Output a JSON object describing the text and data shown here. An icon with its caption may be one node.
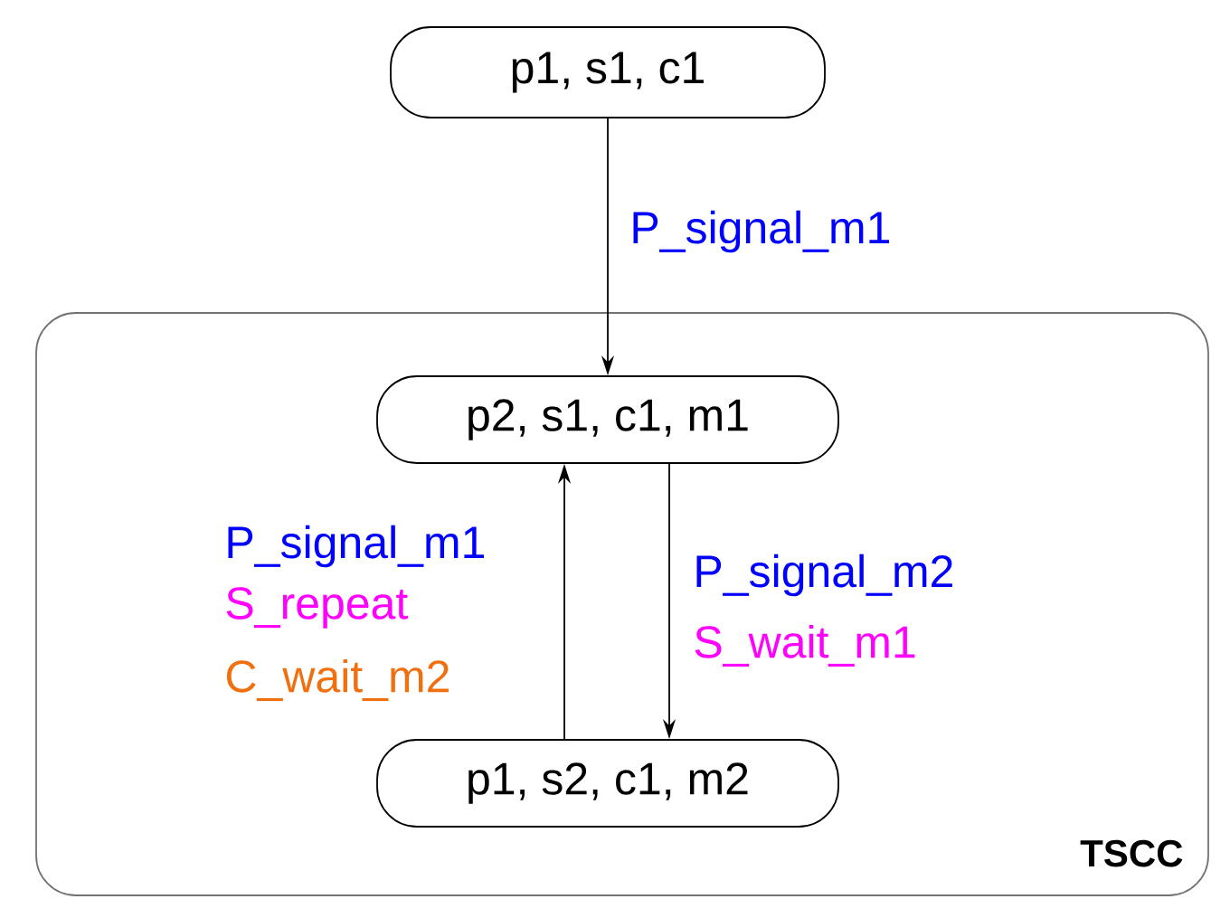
{
  "diagram": {
    "nodes": [
      {
        "text": [
          "p1, s1, c1"
        ]
      },
      {
        "text": [
          "TSCC"
        ]
      },
      {
        "text": [
          "p2, s1, c1, m1"
        ],
        "in": 1
      },
      {
        "text": [
          "p1, s2, c1, m2"
        ],
        "in": 1
      }
    ],
    "edges": [
      {
        "from": 0,
        "to": 2,
        "arrow": "to",
        "label": "P_signal_m1"
      },
      {
        "from": 3,
        "to": 2,
        "arrow": "to",
        "label": "P_signal_m1"
      },
      {
        "from": 2,
        "to": 3,
        "arrow": "to",
        "label": "P_signal_m2"
      }
    ],
    "labels": [
      "S_repeat",
      "S_wait_m1",
      "C_wait_m2"
    ]
  }
}
